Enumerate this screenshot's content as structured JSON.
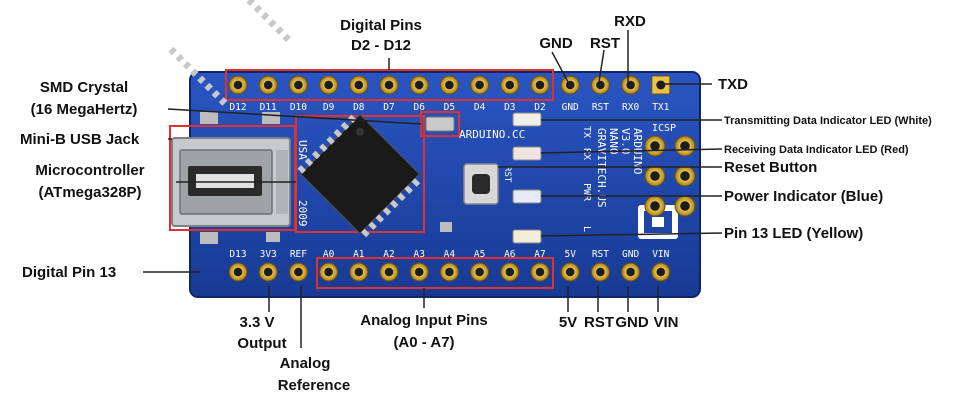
{
  "callouts": {
    "digital_pins": "Digital Pins",
    "digital_pins_range": "D2 - D12",
    "gnd_top": "GND",
    "rst_top": "RST",
    "rxd": "RXD",
    "txd": "TXD",
    "smd_crystal": "SMD Crystal",
    "smd_crystal_freq": "(16 MegaHertz)",
    "usb_jack": "Mini-B USB Jack",
    "microcontroller": "Microcontroller",
    "microcontroller_model": "(ATmega328P)",
    "digital_pin_13": "Digital Pin 13",
    "tx_led": "Transmitting Data Indicator LED (White)",
    "rx_led": "Receiving Data Indicator LED (Red)",
    "reset_button": "Reset Button",
    "power_indicator": "Power Indicator (Blue)",
    "pin13_led": "Pin 13 LED (Yellow)",
    "v33": "3.3 V",
    "v33_output": "Output",
    "analog": "Analog",
    "analog_reference": "Reference",
    "analog_inputs": "Analog Input Pins",
    "analog_inputs_range": "(A0 - A7)",
    "v5": "5V",
    "rst_bottom": "RST",
    "gnd_bottom": "GND",
    "vin": "VIN"
  },
  "board": {
    "top_pins": [
      "D12",
      "D11",
      "D10",
      "D9",
      "D8",
      "D7",
      "D6",
      "D5",
      "D4",
      "D3",
      "D2",
      "GND",
      "RST",
      "RX0",
      "TX1"
    ],
    "bottom_pins": [
      "D13",
      "3V3",
      "REF",
      "A0",
      "A1",
      "A2",
      "A3",
      "A4",
      "A5",
      "A6",
      "A7",
      "5V",
      "RST",
      "GND",
      "VIN"
    ],
    "brand": "ARDUINO.CC",
    "name_line1": "ARDUINO",
    "name_line2": "NANO",
    "name_line3": "V3.0",
    "maker": "GRAVITECH.US",
    "year": "2009",
    "usa": "USA",
    "icsp": "ICSP",
    "tx": "TX",
    "rx": "RX",
    "rst": "RST",
    "pwr": "PWR",
    "l": "L"
  },
  "colors": {
    "board": "#1f44a8",
    "board_dark": "#15307f",
    "chip": "#1a1a1a",
    "pad": "#d4a832",
    "highlight_box": "#e03030"
  }
}
